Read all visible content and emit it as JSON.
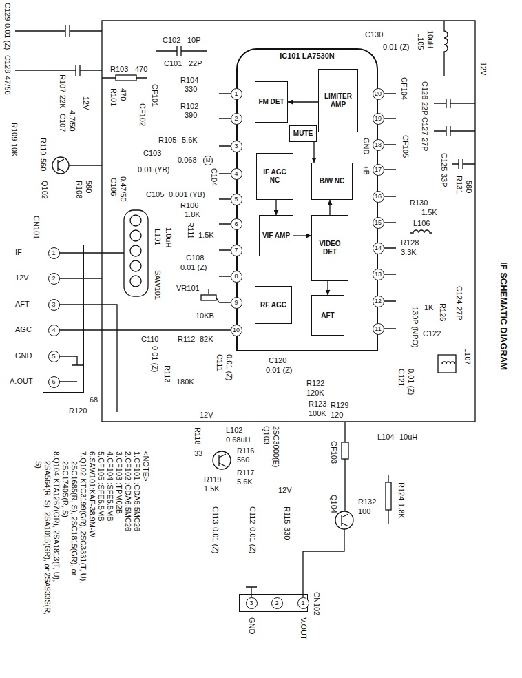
{
  "diagram": {
    "title": "IF SCHEMATIC DIAGRAM",
    "nodes": [
      {
        "text": [
          "IC101 LA7530N"
        ]
      },
      {
        "text": [
          "FM DET"
        ],
        "in": 0
      },
      {
        "text": [
          "LIMITER AMP"
        ],
        "in": 0
      },
      {
        "text": [
          "MUTE"
        ],
        "in": 0
      },
      {
        "text": [
          "IF AGC NC"
        ],
        "in": 0
      },
      {
        "text": [
          "B/W NC"
        ],
        "in": 0
      },
      {
        "text": [
          "VIF AMP"
        ],
        "in": 0
      },
      {
        "text": [
          "VIDEO DET"
        ],
        "in": 0
      },
      {
        "text": [
          "RF AGC"
        ],
        "in": 0
      },
      {
        "text": [
          "AFT"
        ],
        "in": 0
      },
      {
        "text": [
          "CN101"
        ]
      },
      {
        "text": [
          "CN102"
        ]
      }
    ],
    "edges": [
      {
        "from": 2,
        "to": 1,
        "arrow": "to"
      },
      {
        "from": 3,
        "to": 5,
        "arrow": "to"
      },
      {
        "from": 4,
        "to": 6,
        "arrow": "to"
      },
      {
        "from": 6,
        "to": 7,
        "arrow": "to"
      },
      {
        "from": 7,
        "to": 5,
        "arrow": "to"
      },
      {
        "from": 7,
        "to": 9,
        "arrow": "to"
      }
    ],
    "labels": [
      "C129",
      "0.01 (Z)",
      "C128",
      "47/50",
      "R107",
      "22K",
      "12V",
      "R109",
      "10K",
      "C107",
      "4.7/50",
      "R110",
      "560",
      "Q102",
      "R108",
      "560",
      "IF",
      "12V",
      "AFT",
      "AGC",
      "GND",
      "A.OUT",
      "1",
      "2",
      "3",
      "4",
      "5",
      "6",
      "R120",
      "68",
      "R103",
      "470",
      "C102",
      "10P",
      "C101",
      "22P",
      "R101",
      "470",
      "R104",
      "330",
      "CF101",
      "R102",
      "390",
      "CF102",
      "R105",
      "5.6K",
      "C103",
      "0.068",
      "M",
      "0.01 (YB)",
      "C104",
      "C106",
      "0.47/50",
      "C105",
      "0.001 (YB)",
      "R106",
      "1.8K",
      "L101",
      "1.0uH",
      "R111",
      "1.5K",
      "C108",
      "0.01 (Z)",
      "SAW101",
      "VR101",
      "10KB",
      "C110",
      "R112",
      "82K",
      "0.01 (Z)",
      "R113",
      "180K",
      "C111",
      "0.01 (Z)",
      "12V",
      "C120",
      "0.01 (Z)",
      "R122",
      "120K",
      "R123",
      "100K",
      "L102",
      "0.68uH",
      "Q103",
      "2SC3000(E)",
      "R118",
      "33",
      "R116",
      "560",
      "R119",
      "1.5K",
      "R117",
      "5.6K",
      "C113",
      "0.01 (Z)",
      "C112",
      "0.01 (Z)",
      "12V",
      "R115",
      "330",
      "R129",
      "120",
      "L104",
      "10uH",
      "CF103",
      "Q104",
      "R132",
      "100",
      "R124",
      "1.8K",
      "3",
      "2",
      "1",
      "GND",
      "V.OUT",
      "C130",
      "0.01 (Z)",
      "L105",
      "10uH",
      "12V",
      "CF104",
      "C126",
      "22P",
      "C127",
      "27P",
      "CF105",
      "GND",
      "+B",
      "C125",
      "33P",
      "R131",
      "560",
      "R130",
      "1.5K",
      "L106",
      "R128",
      "3.3K",
      "C124",
      "27P",
      "R126",
      "1K",
      "130P (NPO)",
      "C122",
      "L107",
      "C121",
      "0.01 (Z)",
      "1",
      "2",
      "3",
      "4",
      "5",
      "6",
      "7",
      "8",
      "9",
      "10",
      "11",
      "12",
      "13",
      "14",
      "15",
      "16",
      "17",
      "18",
      "19",
      "20",
      "<NOTE>",
      "1.CF101 :CDA5.5MC26",
      "2.CF102 :CDA6.5MC26",
      "3.CF103 :TPM02B",
      "4.CF104 :SFE5.5MB",
      "5.CF105 :SFE6.5MB",
      "6.SAW101:KAF-38.9M-W",
      "7.Q102:KTC3199(GR), 2SC3331(T, U), 2SC1685(R, S), 2SC1815(GR), or 2SC1740S(R, S)",
      "8.Q104:KTA1267(GR), 2SA1813(T, U), 2SA564(R, S), 2SA1015(GR), or 2SA933S(R, S)"
    ]
  }
}
